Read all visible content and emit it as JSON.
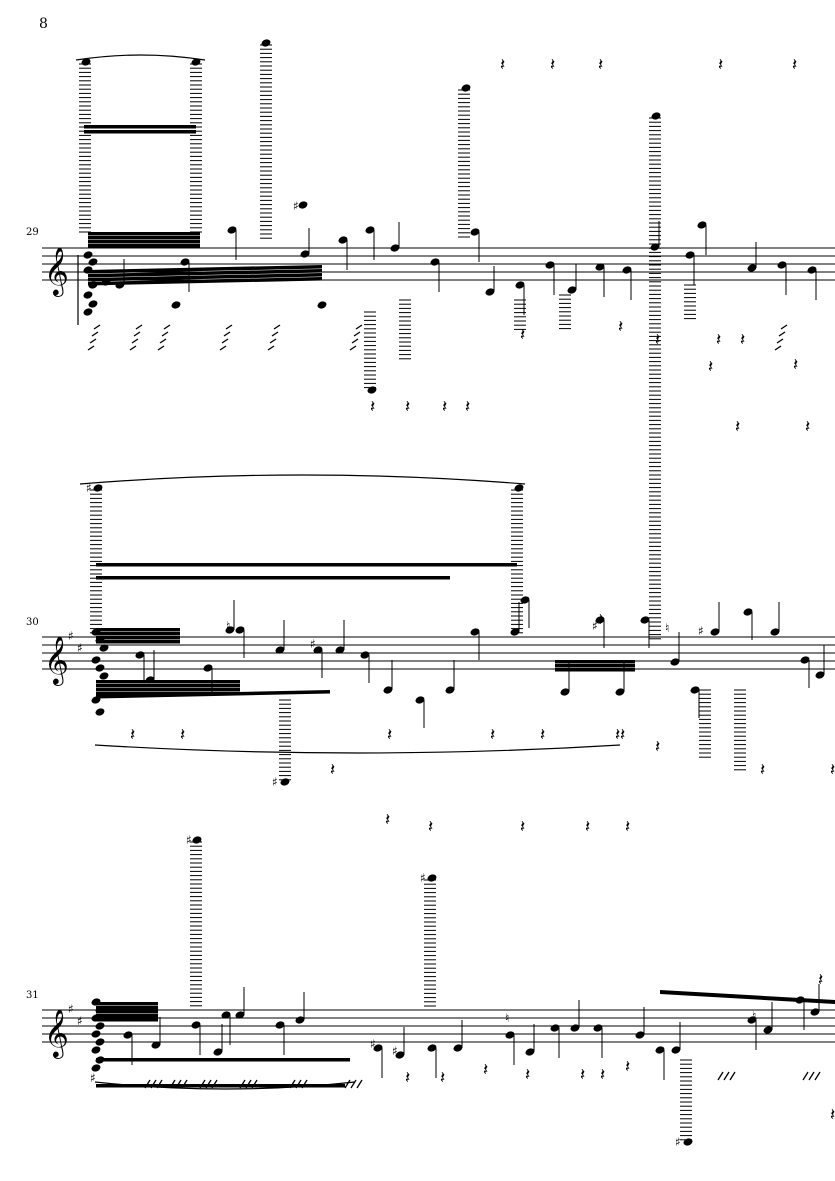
{
  "page": {
    "number": "8"
  },
  "systems": [
    {
      "measure": "29",
      "key_sharps": 0
    },
    {
      "measure": "30",
      "key_sharps": 2
    },
    {
      "measure": "31",
      "key_sharps": 2
    }
  ],
  "glyphs": {
    "clef": "𝄞",
    "rest": "𝄽",
    "sharp": "♯",
    "natural": "♮"
  },
  "colors": {
    "ink": "#000000",
    "paper": "#ffffff"
  }
}
